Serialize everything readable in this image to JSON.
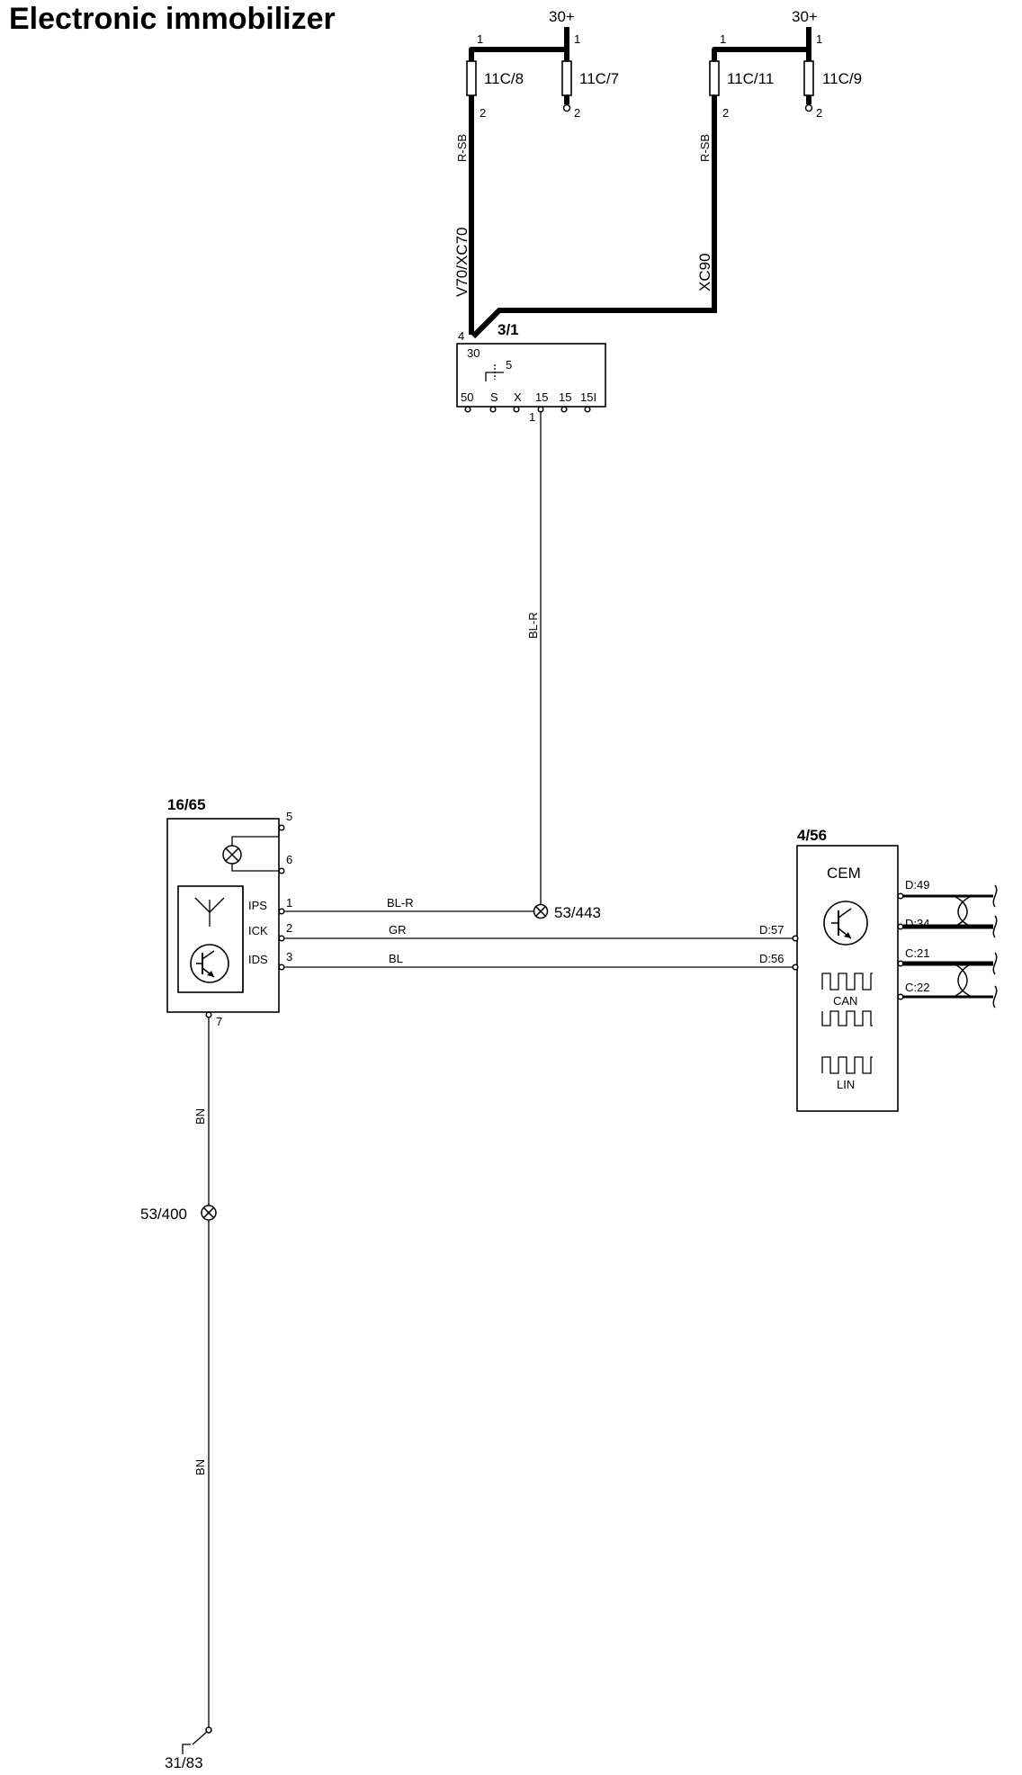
{
  "title": "Electronic immobilizer",
  "power": {
    "supply_left": "30+",
    "supply_right": "30+",
    "fuses": [
      {
        "id": "11C/8",
        "pin_top": "1",
        "pin_bottom": "2"
      },
      {
        "id": "11C/7",
        "pin_top": "1",
        "pin_bottom": "2"
      },
      {
        "id": "11C/11",
        "pin_top": "1",
        "pin_bottom": "2"
      },
      {
        "id": "11C/9",
        "pin_top": "1",
        "pin_bottom": "2"
      }
    ],
    "wire_left_color": "R-SB",
    "wire_left_variant": "V70/XC70",
    "wire_right_color": "R-SB",
    "wire_right_variant": "XC90"
  },
  "ignition_switch": {
    "id": "3/1",
    "pin_in": "4",
    "term_in": "30",
    "switch_label": "5",
    "terminals": [
      "50",
      "S",
      "X",
      "15",
      "15",
      "15I"
    ],
    "pin_out": "1"
  },
  "wires": {
    "ign_to_splice": "BL-R",
    "ips": "BL-R",
    "ick": "GR",
    "ids": "BL",
    "ground_upper": "BN",
    "ground_lower": "BN"
  },
  "splices": {
    "upper": "53/443",
    "lower": "53/400"
  },
  "immobilizer": {
    "id": "16/65",
    "pins": {
      "p5": "5",
      "p6": "6",
      "p1": "1",
      "p2": "2",
      "p3": "3",
      "p7": "7"
    },
    "signals": [
      "IPS",
      "ICK",
      "IDS"
    ]
  },
  "cem": {
    "id": "4/56",
    "name": "CEM",
    "in_pins": [
      "D:57",
      "D:56"
    ],
    "out_pins": [
      "D:49",
      "D:34",
      "C:21",
      "C:22"
    ],
    "can": "CAN",
    "lin": "LIN"
  },
  "ground": {
    "id": "31/83"
  }
}
